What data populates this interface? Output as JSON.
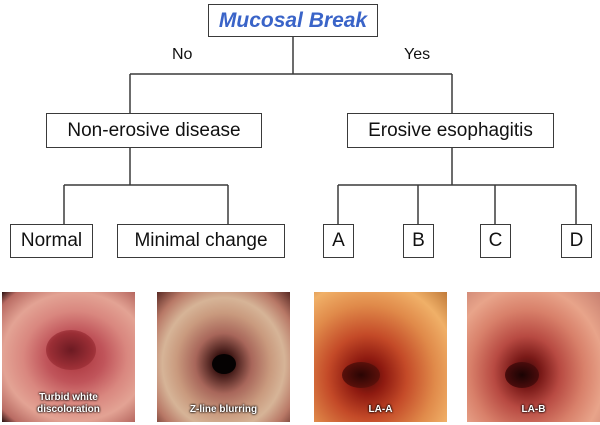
{
  "root": {
    "label": "Mucosal Break"
  },
  "branches": {
    "no": "No",
    "yes": "Yes"
  },
  "level1": {
    "left": "Non-erosive disease",
    "right": "Erosive esophagitis"
  },
  "level2": {
    "normal": "Normal",
    "minimal": "Minimal change",
    "a": "A",
    "b": "B",
    "c": "C",
    "d": "D"
  },
  "images": [
    {
      "caption_line1": "Turbid white",
      "caption_line2": "discoloration"
    },
    {
      "caption_line1": "",
      "caption_line2": "Z-line blurring"
    },
    {
      "caption_line1": "",
      "caption_line2": "LA-A"
    },
    {
      "caption_line1": "",
      "caption_line2": "LA-B"
    }
  ],
  "colors": {
    "root_text": "#3a64c8",
    "lines": "#3a3a3a"
  }
}
